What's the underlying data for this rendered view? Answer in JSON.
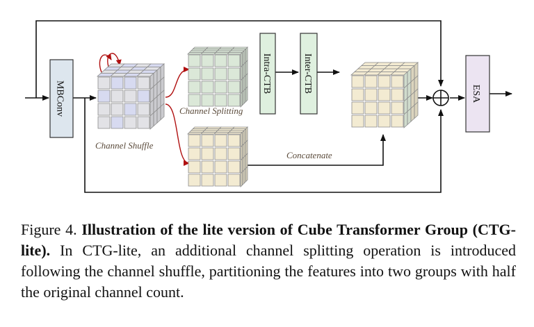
{
  "diagram": {
    "mbconv_label": "MBConv",
    "intra_ctb_label": "Intra-CTB",
    "inter_ctb_label": "Inter-CTB",
    "esa_label": "ESA",
    "channel_shuffle_label": "Channel Shuffle",
    "channel_splitting_label": "Channel Splitting",
    "concatenate_label": "Concatenate",
    "colors": {
      "mbconv_fill": "#dde6ee",
      "ctb_fill": "#dff0df",
      "esa_fill": "#ece4f2",
      "cube_gray": "#e2e2e6",
      "cube_green": "#dbe8d8",
      "cube_yellow": "#f3ebd2",
      "cube_blue": "#d7daf0",
      "arrow_red": "#b01010"
    }
  },
  "caption": {
    "figure_label": "Figure 4.",
    "bold_title": "Illustration of the lite version of Cube Transformer Group (CTG-lite).",
    "body": "In CTG-lite, an additional channel splitting operation is introduced following the channel shuffle, partitioning the features into two groups with half the original channel count."
  }
}
